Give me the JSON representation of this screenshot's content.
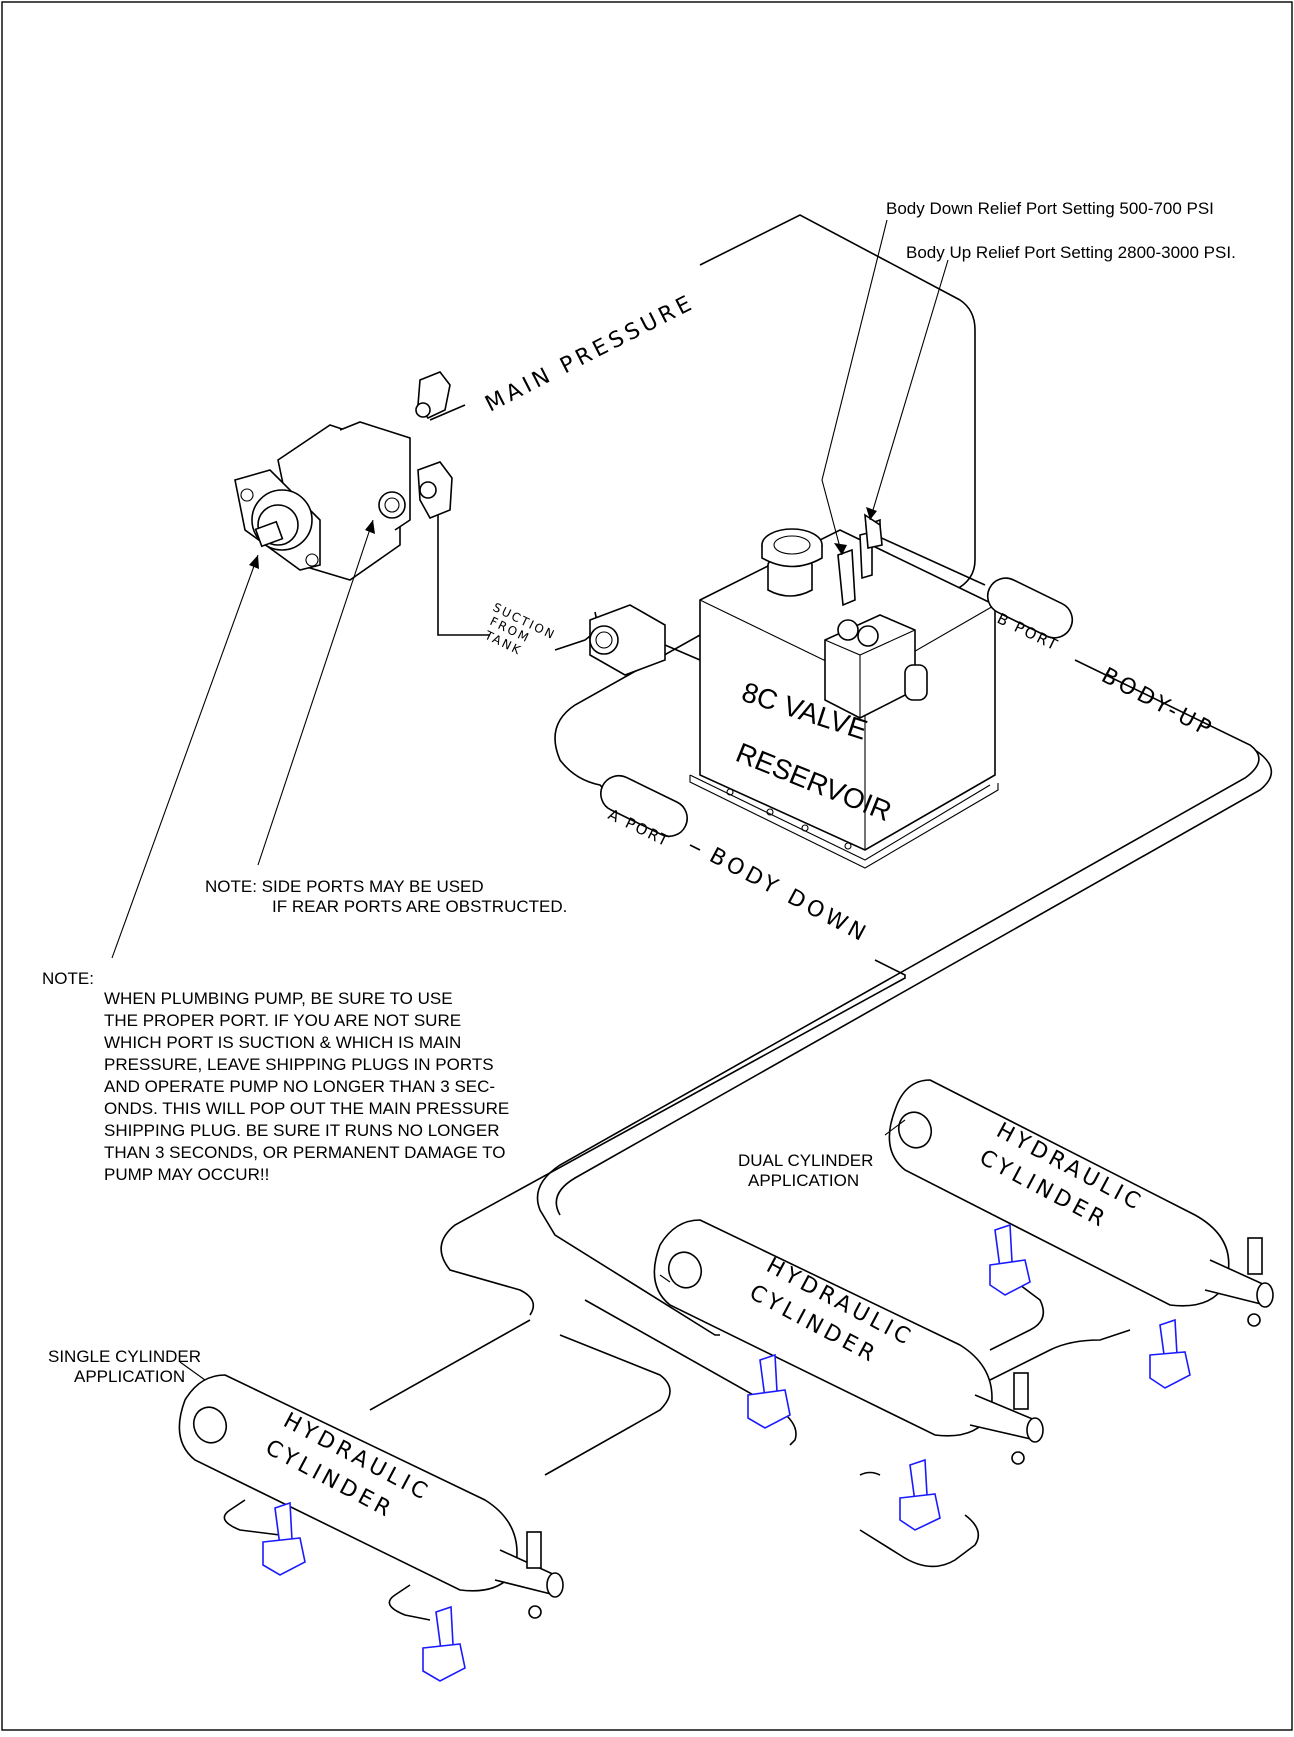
{
  "callouts": {
    "body_down_relief": "Body Down Relief Port Setting 500-700 PSI",
    "body_up_relief": "Body Up Relief Port Setting 2800-3000 PSI."
  },
  "line_labels": {
    "main_pressure": "MAIN PRESSURE",
    "body_up": "BODY-UP",
    "body_down": "BODY DOWN",
    "suction": [
      "SUCTION",
      "FROM",
      "TANK"
    ]
  },
  "ports": {
    "b_port": "B PORT",
    "a_port": "A PORT"
  },
  "reservoir": {
    "line1": "8C VALVE",
    "line2": "RESERVOIR"
  },
  "notes": {
    "side_ports": [
      "NOTE: SIDE PORTS MAY BE USED",
      "IF REAR PORTS ARE OBSTRUCTED."
    ],
    "plumbing_heading": "NOTE:",
    "plumbing_lines": [
      "WHEN PLUMBING PUMP, BE SURE TO USE",
      "THE PROPER PORT. IF YOU ARE NOT SURE",
      "WHICH PORT IS SUCTION & WHICH IS MAIN",
      "PRESSURE, LEAVE SHIPPING PLUGS IN PORTS",
      "AND OPERATE PUMP NO LONGER THAN 3 SEC-",
      "ONDS. THIS WILL POP OUT THE MAIN PRESSURE",
      "SHIPPING PLUG. BE SURE IT RUNS NO LONGER",
      "THAN 3 SECONDS, OR PERMANENT DAMAGE TO",
      "PUMP MAY OCCUR!!"
    ]
  },
  "applications": {
    "dual": [
      "DUAL CYLINDER",
      "APPLICATION"
    ],
    "single": [
      "SINGLE CYLINDER",
      "APPLICATION"
    ]
  },
  "cylinder_label": [
    "HYDRAULIC",
    "CYLINDER"
  ],
  "colors": {
    "ink": "#000000",
    "fitting_blue": "#1a1aff",
    "background": "#ffffff"
  }
}
